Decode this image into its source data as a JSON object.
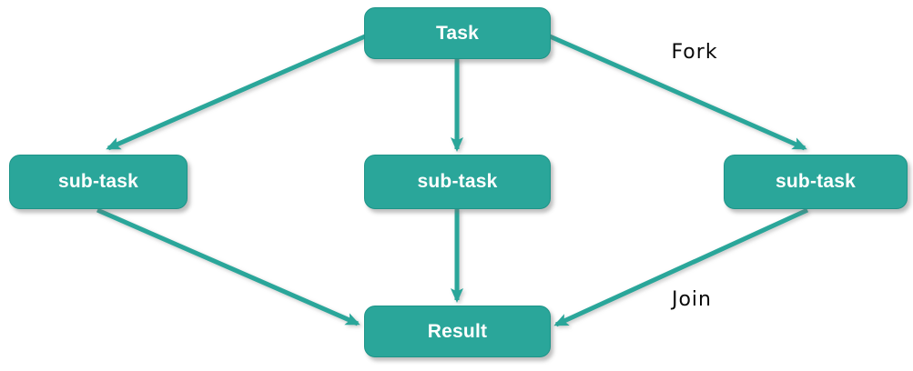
{
  "diagram": {
    "nodes": [
      {
        "id": "task",
        "label": "Task"
      },
      {
        "id": "subtask-left",
        "label": "sub-task"
      },
      {
        "id": "subtask-center",
        "label": "sub-task"
      },
      {
        "id": "subtask-right",
        "label": "sub-task"
      },
      {
        "id": "result",
        "label": "Result"
      }
    ],
    "edges": [
      {
        "from": "task",
        "to": "subtask-left",
        "label": ""
      },
      {
        "from": "task",
        "to": "subtask-center",
        "label": ""
      },
      {
        "from": "task",
        "to": "subtask-right",
        "label": "Fork"
      },
      {
        "from": "subtask-left",
        "to": "result",
        "label": ""
      },
      {
        "from": "subtask-center",
        "to": "result",
        "label": ""
      },
      {
        "from": "subtask-right",
        "to": "result",
        "label": "Join"
      }
    ],
    "colors": {
      "node_fill": "#2aa69a",
      "node_border": "#1d9488",
      "node_text": "#ffffff",
      "arrow": "#2aa69a",
      "edge_label_text": "#0a0a0a",
      "background": "#ffffff"
    }
  }
}
